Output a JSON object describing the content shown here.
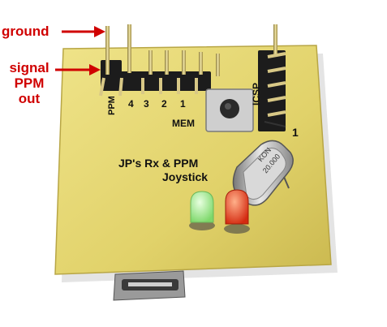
{
  "annotations": {
    "ground": "ground",
    "signal": "signal",
    "ppm": "PPM",
    "out": "out"
  },
  "board": {
    "header_labels": [
      "4",
      "3",
      "2",
      "1"
    ],
    "ppm_label": "PPM",
    "icsp_label": "ICSP",
    "icsp_pin1": "1",
    "mem_label": "MEM",
    "title_line1": "JP's Rx & PPM",
    "title_line2": "Joystick",
    "crystal_line1": "KON",
    "crystal_line2": "20.000"
  },
  "colors": {
    "arrow": "#d00000",
    "pcb": "#e2d46a",
    "led_green": "#9ee88a",
    "led_red": "#e03a1a"
  }
}
